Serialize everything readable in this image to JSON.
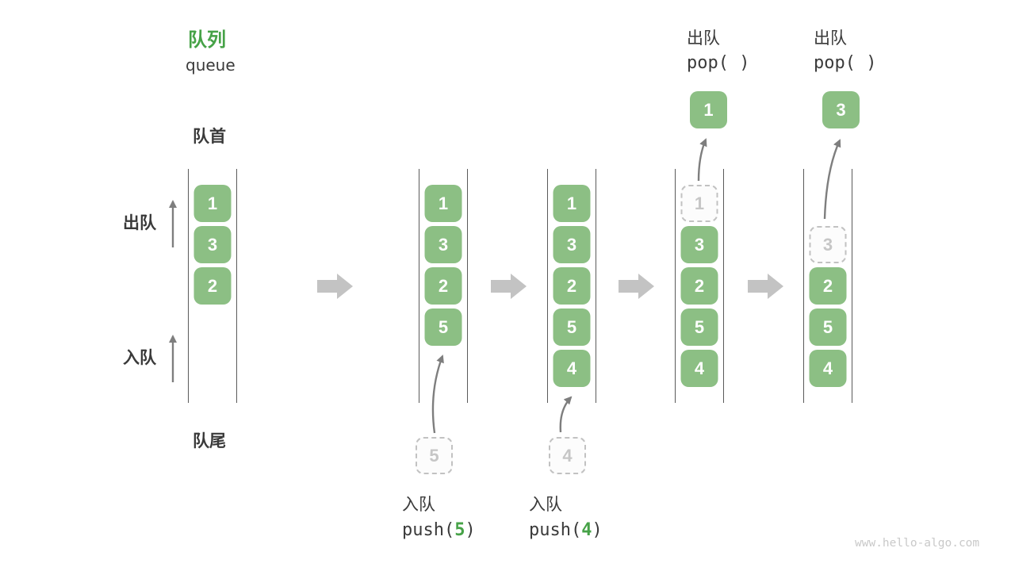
{
  "title": {
    "zh": "队列",
    "en": "queue"
  },
  "labels": {
    "front": "队首",
    "rear": "队尾",
    "dequeue_side": "出队",
    "enqueue_side": "入队"
  },
  "queues": [
    {
      "name": "state-initial",
      "items": [
        {
          "slot": 0,
          "value": "1",
          "state": "filled"
        },
        {
          "slot": 1,
          "value": "3",
          "state": "filled"
        },
        {
          "slot": 2,
          "value": "2",
          "state": "filled"
        }
      ]
    },
    {
      "name": "state-after-push-5",
      "items": [
        {
          "slot": 0,
          "value": "1",
          "state": "filled"
        },
        {
          "slot": 1,
          "value": "3",
          "state": "filled"
        },
        {
          "slot": 2,
          "value": "2",
          "state": "filled"
        },
        {
          "slot": 3,
          "value": "5",
          "state": "filled"
        }
      ]
    },
    {
      "name": "state-after-push-4",
      "items": [
        {
          "slot": 0,
          "value": "1",
          "state": "filled"
        },
        {
          "slot": 1,
          "value": "3",
          "state": "filled"
        },
        {
          "slot": 2,
          "value": "2",
          "state": "filled"
        },
        {
          "slot": 3,
          "value": "5",
          "state": "filled"
        },
        {
          "slot": 4,
          "value": "4",
          "state": "filled"
        }
      ]
    },
    {
      "name": "state-pop-1",
      "items": [
        {
          "slot": 0,
          "value": "1",
          "state": "removed"
        },
        {
          "slot": 1,
          "value": "3",
          "state": "filled"
        },
        {
          "slot": 2,
          "value": "2",
          "state": "filled"
        },
        {
          "slot": 3,
          "value": "5",
          "state": "filled"
        },
        {
          "slot": 4,
          "value": "4",
          "state": "filled"
        }
      ]
    },
    {
      "name": "state-pop-3",
      "items": [
        {
          "slot": 1,
          "value": "3",
          "state": "removed"
        },
        {
          "slot": 2,
          "value": "2",
          "state": "filled"
        },
        {
          "slot": 3,
          "value": "5",
          "state": "filled"
        },
        {
          "slot": 4,
          "value": "4",
          "state": "filled"
        }
      ]
    }
  ],
  "operations": {
    "push5": {
      "label": "入队",
      "fn": "push(",
      "arg": "5",
      "close": ")",
      "staged_value": "5"
    },
    "push4": {
      "label": "入队",
      "fn": "push(",
      "arg": "4",
      "close": ")",
      "staged_value": "4"
    },
    "pop1": {
      "label": "出队",
      "code": "pop( )",
      "popped_value": "1"
    },
    "pop3": {
      "label": "出队",
      "code": "pop( )",
      "popped_value": "3"
    }
  },
  "watermark": "www.hello-algo.com",
  "colors": {
    "box_green": "#8cbf84",
    "title_green": "#46a247",
    "arg_green": "#46a247",
    "dashed_gray": "#c2c2c2",
    "line_gray": "#5a5a5a",
    "thin_arrow_gray": "#7e7e7e",
    "block_arrow_gray": "#c3c3c3"
  }
}
